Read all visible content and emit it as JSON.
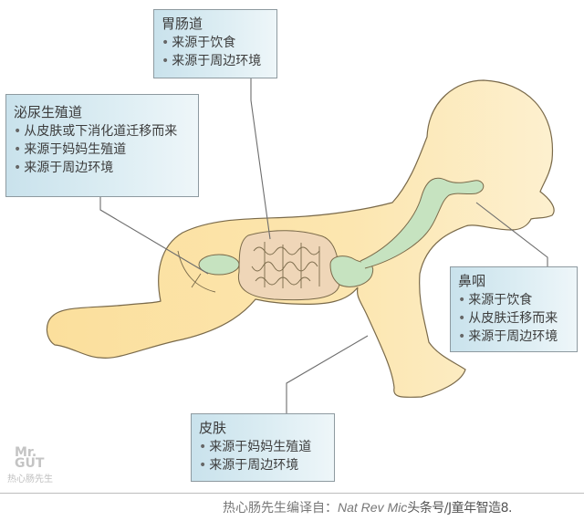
{
  "boxes": {
    "gut": {
      "title": "胃肠道",
      "items": [
        "来源于饮食",
        "来源于周边环境"
      ]
    },
    "urogenital": {
      "title": "泌尿生殖道",
      "items": [
        "从皮肤或下消化道迁移而来",
        "来源于妈妈生殖道",
        "来源于周边环境"
      ]
    },
    "nasopharynx": {
      "title": "鼻咽",
      "items": [
        "来源于饮食",
        "从皮肤迁移而来",
        "来源于周边环境"
      ]
    },
    "skin": {
      "title": "皮肤",
      "items": [
        "来源于妈妈生殖道",
        "来源于周边环境"
      ]
    }
  },
  "logo": {
    "line1": "Mr.",
    "line2": "GUT",
    "line3": "热心肠先生"
  },
  "footer": {
    "prefix": "热心肠先生编译自：",
    "source": "Nat Rev Mic",
    "watermark": "头条号/J童年智造8."
  },
  "colors": {
    "body_fill": "#fbe3a6",
    "body_outline": "#7a6a4a",
    "organ_green": "#c6e3c0",
    "intestine_fill": "#efd6b8",
    "box_fill": "#d6eaf1",
    "box_border": "#8e9aa0",
    "leader_line": "#6d6d6d"
  }
}
